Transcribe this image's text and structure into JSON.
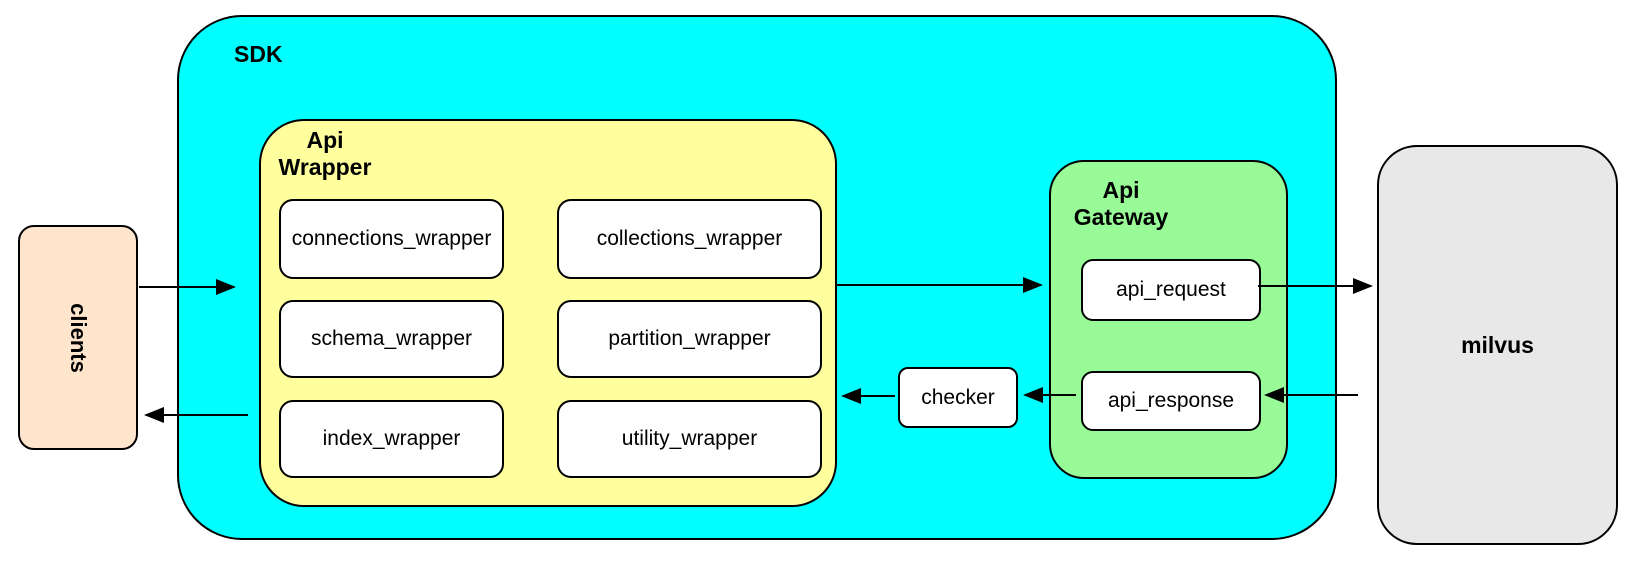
{
  "colors": {
    "sdk-fill": "#00FFFF",
    "wrapper-fill": "#FFFF9E",
    "gateway-fill": "#98FB98",
    "clients-fill": "#FFE5CB",
    "milvus-fill": "#E8E8E8",
    "node-fill": "#FFFFFF",
    "stroke": "#000000"
  },
  "clients": {
    "label": "clients"
  },
  "sdk": {
    "label": "SDK"
  },
  "api_wrapper": {
    "title_line1": "Api",
    "title_line2": "Wrapper",
    "boxes": [
      {
        "label": "connections_wrapper"
      },
      {
        "label": "collections_wrapper"
      },
      {
        "label": "schema_wrapper"
      },
      {
        "label": "partition_wrapper"
      },
      {
        "label": "index_wrapper"
      },
      {
        "label": "utility_wrapper"
      }
    ]
  },
  "checker": {
    "label": "checker"
  },
  "api_gateway": {
    "title_line1": "Api",
    "title_line2": "Gateway",
    "boxes": [
      {
        "label": "api_request"
      },
      {
        "label": "api_response"
      }
    ]
  },
  "milvus": {
    "label": "milvus"
  },
  "arrows": [
    {
      "from": "clients",
      "to": "sdk"
    },
    {
      "from": "api-wrapper",
      "to": "api-request"
    },
    {
      "from": "api-request",
      "to": "milvus"
    },
    {
      "from": "milvus",
      "to": "api-response"
    },
    {
      "from": "api-response",
      "to": "checker"
    },
    {
      "from": "checker",
      "to": "api-wrapper"
    },
    {
      "from": "sdk",
      "to": "clients"
    }
  ]
}
